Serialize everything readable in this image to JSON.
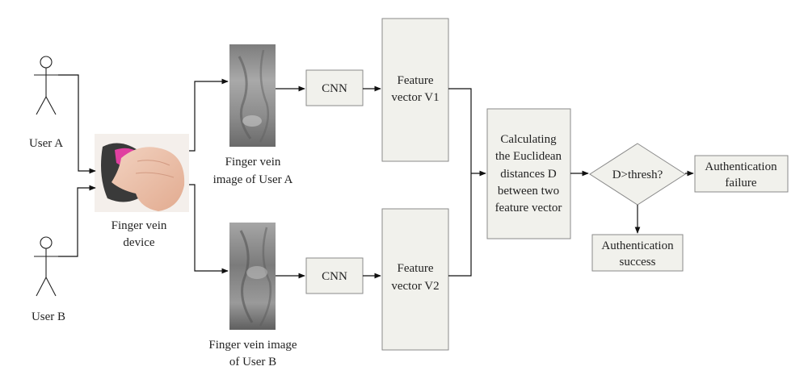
{
  "actors": {
    "user_a": "User A",
    "user_b": "User B"
  },
  "device": {
    "line1": "Finger vein",
    "line2": "device"
  },
  "images": {
    "a_line1": "Finger vein",
    "a_line2": "image of User A",
    "b_line1": "Finger vein image",
    "b_line2": "of User B"
  },
  "nodes": {
    "cnn_top": "CNN",
    "cnn_bottom": "CNN",
    "feature_v1_line1": "Feature",
    "feature_v1_line2": "vector V1",
    "feature_v2_line1": "Feature",
    "feature_v2_line2": "vector V2",
    "calc_line1": "Calculating",
    "calc_line2": "the Euclidean",
    "calc_line3": "distances D",
    "calc_line4": "between two",
    "calc_line5": "feature vector",
    "decision": "D>thresh?",
    "failure_line1": "Authentication",
    "failure_line2": "failure",
    "success_line1": "Authentication",
    "success_line2": "success"
  },
  "colors": {
    "box_fill": "#f1f1ec",
    "box_stroke": "#8a8a8a",
    "edge": "#111111",
    "device_accent": "#e040a0"
  }
}
